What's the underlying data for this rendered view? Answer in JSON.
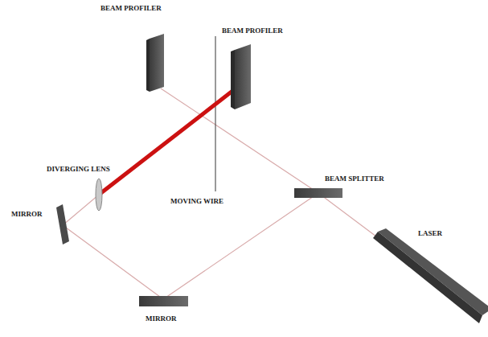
{
  "diagram": {
    "labels": [
      "BEAM PROFILER",
      "BEAM PROFILER",
      "DIVERGING LENS",
      "BEAM SPLITTER",
      "MOVING WIRE",
      "MIRROR",
      "LASER",
      "MIRROR"
    ]
  }
}
